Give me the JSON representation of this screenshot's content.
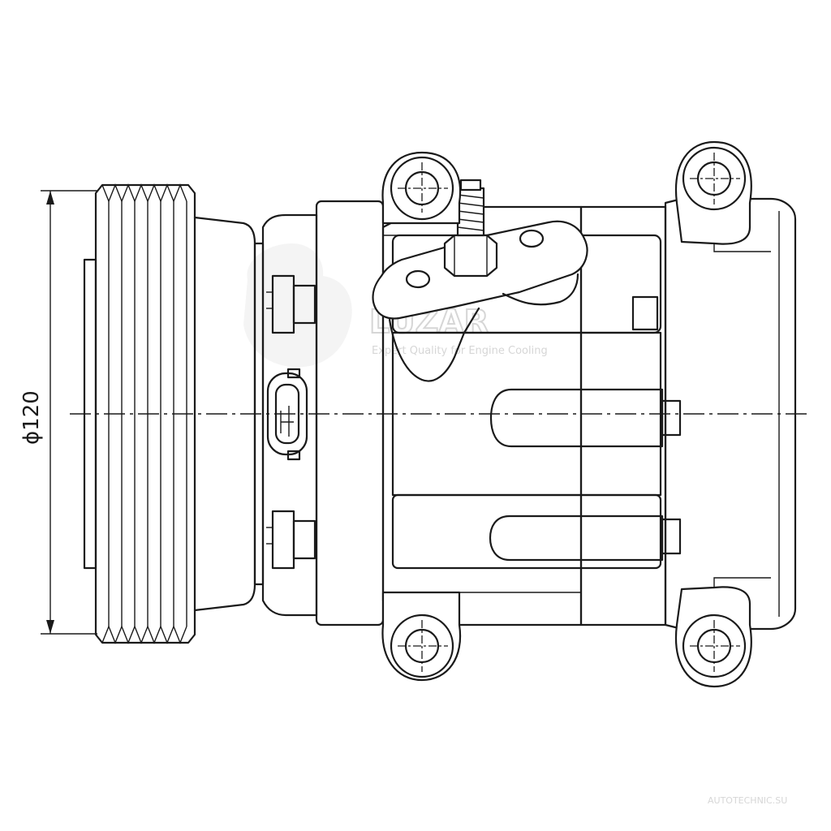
{
  "drawing": {
    "dimension_label": "ϕ120",
    "watermark_brand": "LUZAR",
    "watermark_tagline": "Expert Quality for Engine Cooling",
    "watermark_site": "AUTOTECHNIC.SU"
  }
}
